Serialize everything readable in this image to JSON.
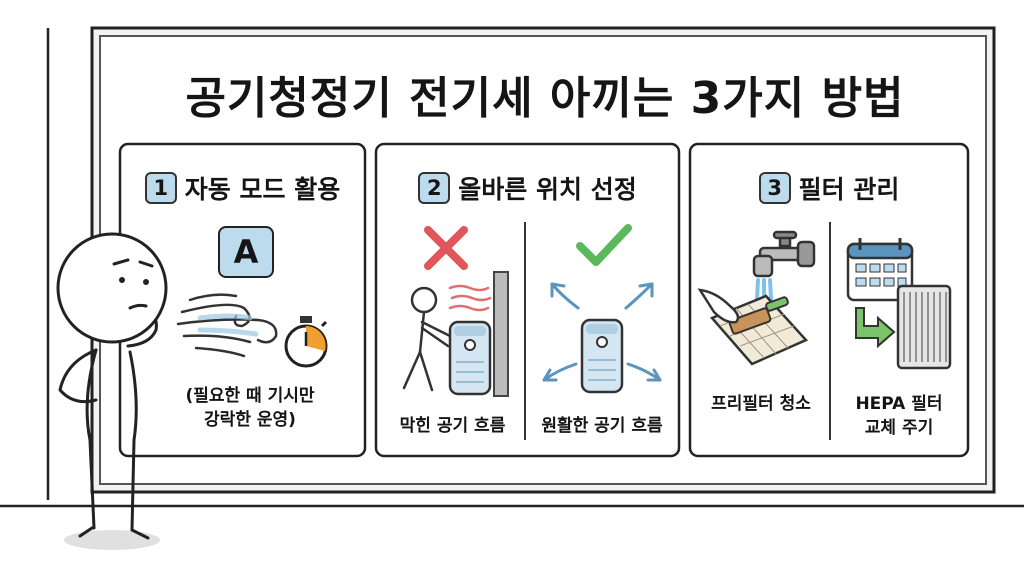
{
  "title": "공기청정기 전기세 아끼는 3가지 방법",
  "sections": [
    {
      "number": "1",
      "heading": "자동 모드 활용",
      "badge": "A",
      "caption_line1": "(필요한 때 기시만",
      "caption_line2": "강락한 운영)"
    },
    {
      "number": "2",
      "heading": "올바른 위치 선정",
      "left_caption": "막힌 공기 흐름",
      "right_caption": "원활한 공기 흐름"
    },
    {
      "number": "3",
      "heading": "필터 관리",
      "left_caption": "프리필터 청소",
      "right_caption_line1": "HEPA 필터",
      "right_caption_line2": "교체 주기"
    }
  ],
  "colors": {
    "number_badge": "#bcdcee",
    "cross": "#e0565b",
    "check": "#5cb85c",
    "arrow_blue": "#5b95bf",
    "heat_red": "#e07070",
    "timer_accent": "#f0a030",
    "water": "#7ec4ea",
    "green_arrow": "#7cc46a"
  }
}
